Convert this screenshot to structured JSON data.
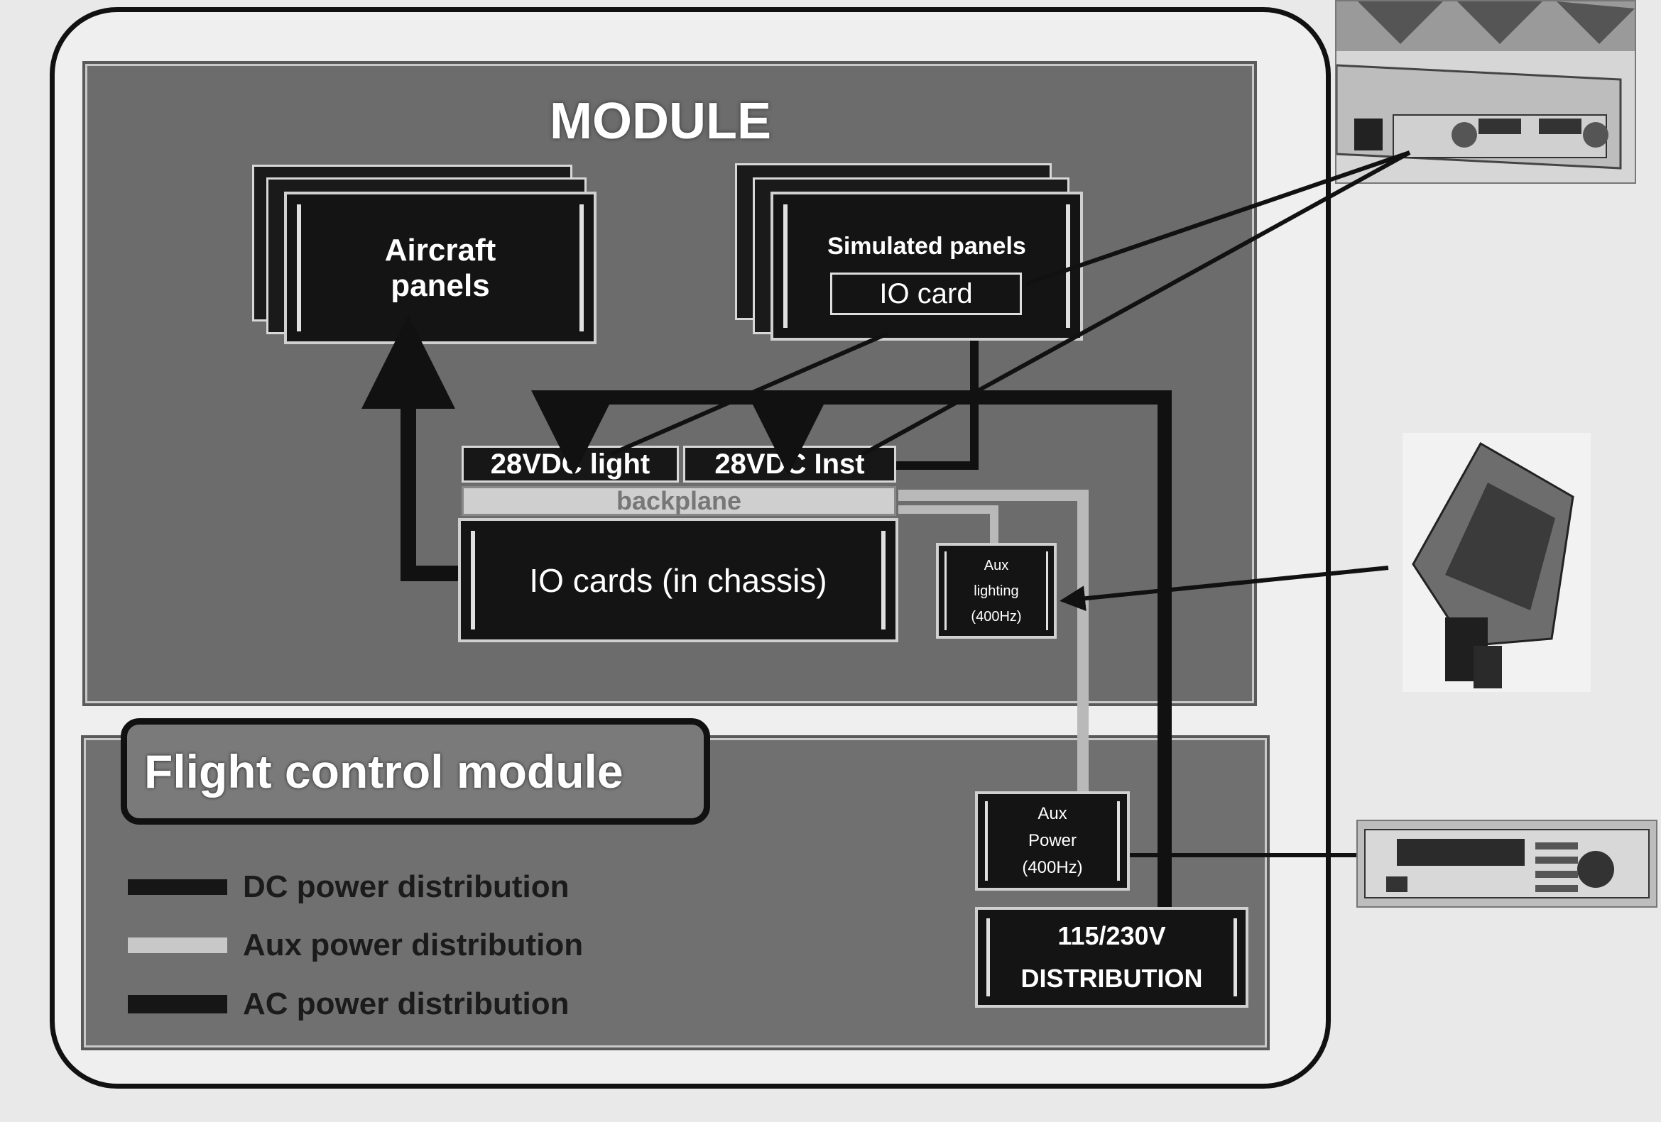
{
  "diagram": {
    "title": "MODULE",
    "boxes": {
      "aircraft_panels": [
        "Aircraft",
        "panels"
      ],
      "simulated_panels": "Simulated panels",
      "io_card": "IO card",
      "strip_light": "28VDC light",
      "strip_inst": "28VDC Inst",
      "backplane": "backplane",
      "io_cards_chassis": "IO cards (in chassis)",
      "aux_lighting": [
        "Aux",
        "lighting",
        "(400Hz)"
      ],
      "aux_power": [
        "Aux",
        "Power",
        "(400Hz)"
      ],
      "distribution": [
        "115/230V",
        "DISTRIBUTION"
      ]
    },
    "flight_control_module": "Flight control module",
    "legend": [
      {
        "label": "DC power distribution",
        "color": "#161616"
      },
      {
        "label": "Aux power distribution",
        "color": "#c8c8c8"
      },
      {
        "label": "AC power distribution",
        "color": "#161616"
      }
    ],
    "photos": {
      "top_right": "power-supply-unit-photo",
      "mid_right": "lighting-inverter-photo",
      "bottom_right": "rack-power-supply-photo"
    }
  }
}
